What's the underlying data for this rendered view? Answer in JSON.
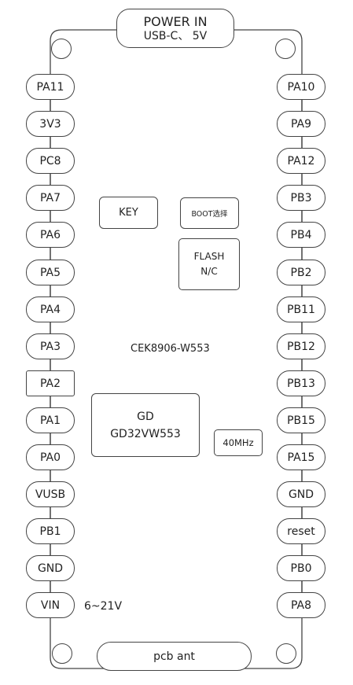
{
  "power_in": {
    "title": "POWER IN",
    "subtitle": "USB-C、 5V"
  },
  "left_pins": [
    "PA11",
    "3V3",
    "PC8",
    "PA7",
    "PA6",
    "PA5",
    "PA4",
    "PA3",
    "PA2",
    "PA1",
    "PA0",
    "VUSB",
    "PB1",
    "GND",
    "VIN"
  ],
  "right_pins": [
    "PA10",
    "PA9",
    "PA12",
    "PB3",
    "PB4",
    "PB2",
    "PB11",
    "PB12",
    "PB13",
    "PB15",
    "PA15",
    "GND",
    "reset",
    "PB0",
    "PA8"
  ],
  "square_pins": [
    "PA2"
  ],
  "vin_note": "6~21V",
  "key": "KEY",
  "boot": "BOOT选择",
  "flash": {
    "line1": "FLASH",
    "line2": "N/C"
  },
  "board_name": "CEK8906-W553",
  "chip": {
    "line1": "GD",
    "line2": "GD32VW553"
  },
  "crystal": "40MHz",
  "antenna": "pcb ant"
}
